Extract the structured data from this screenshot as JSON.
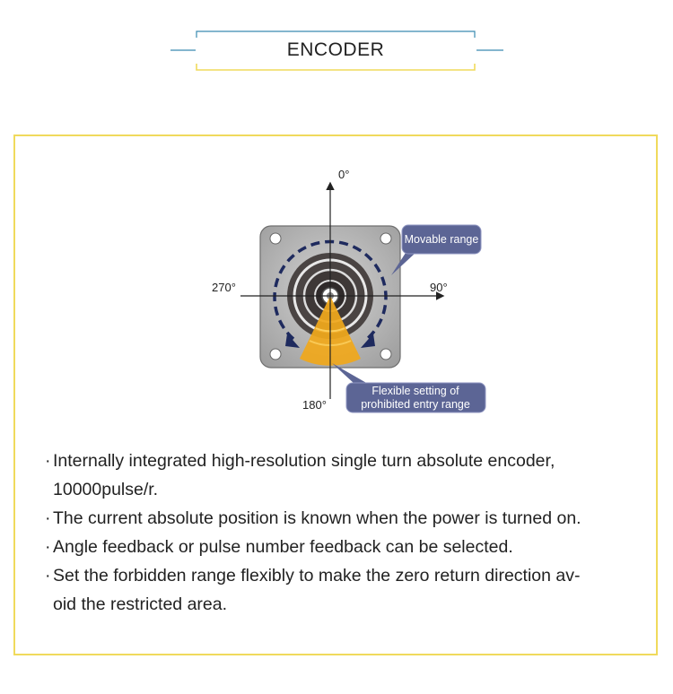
{
  "header": {
    "title": "ENCODER"
  },
  "diagram": {
    "angle_top": "0°",
    "angle_right": "90°",
    "angle_bottom": "180°",
    "angle_left": "270°",
    "callout_movable": "Movable range",
    "callout_prohibited_line1": "Flexible setting of",
    "callout_prohibited_line2": "prohibited entry range",
    "colors": {
      "plate": "#b3b3b3",
      "callout": "#5c6595",
      "forbidden": "#f0a81c",
      "arrow": "#1e2a5e"
    }
  },
  "features": {
    "bullet": "·",
    "items": [
      {
        "line1": "Internally integrated high-resolution single turn absolute encoder,",
        "line2": "10000pulse/r."
      },
      {
        "line1": "The current absolute position is known when the power is turned on.",
        "line2": ""
      },
      {
        "line1": "Angle feedback or pulse number feedback can be selected.",
        "line2": ""
      },
      {
        "line1": "Set the forbidden range flexibly to make the zero return direction av-",
        "line2": "oid the restricted area."
      }
    ]
  }
}
